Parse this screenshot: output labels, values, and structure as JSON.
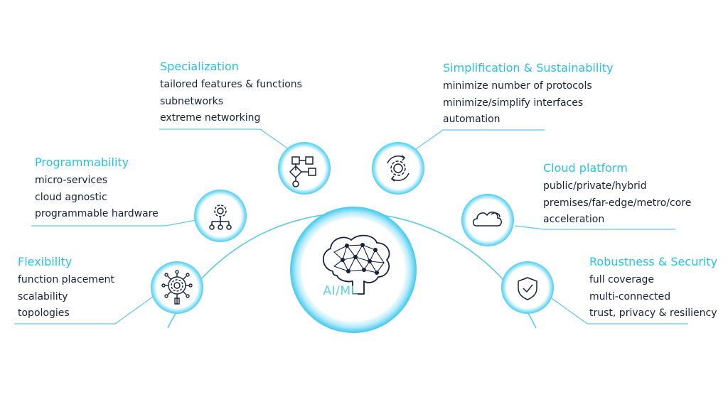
{
  "center": {
    "label": "AI/ML",
    "icon": "brain-network-icon"
  },
  "features": [
    {
      "key": "specialization",
      "title": "Specialization",
      "items": [
        "tailored features & functions",
        "subnetworks",
        "extreme networking"
      ],
      "icon": "flowchart-icon"
    },
    {
      "key": "simplification",
      "title": "Simplification & Sustainability",
      "items": [
        "minimize number of protocols",
        "minimize/simplify interfaces",
        "automation"
      ],
      "icon": "gear-cycle-icon"
    },
    {
      "key": "programmability",
      "title": "Programmability",
      "items": [
        "micro-services",
        "cloud agnostic",
        "programmable hardware"
      ],
      "icon": "gear-network-icon"
    },
    {
      "key": "cloud",
      "title": "Cloud platform",
      "items": [
        "public/private/hybrid",
        "premises/far-edge/metro/core",
        "acceleration"
      ],
      "icon": "cloud-icon"
    },
    {
      "key": "flexibility",
      "title": "Flexibility",
      "items": [
        "function placement",
        "scalability",
        "topologies"
      ],
      "icon": "gear-magnifier-icon"
    },
    {
      "key": "robustness",
      "title": "Robustness & Security",
      "items": [
        "full coverage",
        "multi-connected",
        "trust, privacy & resiliency"
      ],
      "icon": "shield-check-icon"
    }
  ],
  "colors": {
    "accent": "#29c0e6",
    "text": "#16233d",
    "ring": "#7fdcf5",
    "line": "#5cc9e8"
  }
}
